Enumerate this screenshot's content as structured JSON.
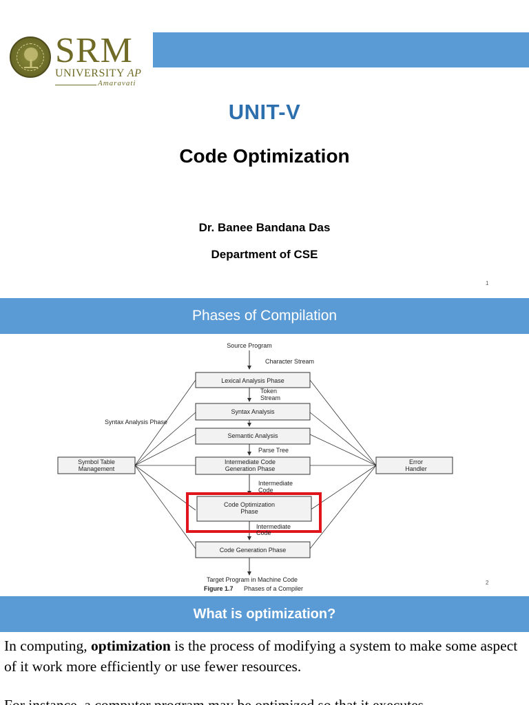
{
  "slide1": {
    "logo": {
      "name": "SRM",
      "university": "UNIVERSITY",
      "suffix": "AP",
      "city": "Amaravati"
    },
    "unit_title": "UNIT-V",
    "subtitle": "Code Optimization",
    "author": "Dr. Banee Bandana Das",
    "department": "Department of CSE",
    "slide_number": "1",
    "colors": {
      "banner": "#5b9bd5",
      "title": "#2e6fae",
      "logo": "#6f6b26"
    }
  },
  "slide2": {
    "banner_title": "Phases of Compilation",
    "slide_number": "2",
    "diagram": {
      "source": "Source Program",
      "character_stream": "Character Stream",
      "lexical": "Lexical Analysis Phase",
      "token_stream_1": "Token",
      "token_stream_2": "Stream",
      "syntax_label": "Syntax Analysis Phase",
      "syntax": "Syntax Analysis",
      "semantic": "Semantic Analysis",
      "parse_tree": "Parse Tree",
      "icg_1": "Intermediate Code",
      "icg_2": "Generation Phase",
      "symbol_1": "Symbol Table",
      "symbol_2": "Management",
      "error_1": "Error",
      "error_2": "Handler",
      "inter_code_1": "Intermediate",
      "inter_code_2": "Code",
      "opt_1": "Code Optimization",
      "opt_2": "Phase",
      "inter_code_3": "Intermediate",
      "inter_code_4": "Code",
      "codegen": "Code Generation Phase",
      "target": "Target Program in Machine Code",
      "figure_label": "Figure 1.7",
      "figure_caption": "Phases of a Compiler",
      "highlight_color": "#e0141b"
    }
  },
  "slide3": {
    "banner_title": "What is optimization?",
    "para1_pre": "In computing, ",
    "para1_bold": "optimization",
    "para1_post": " is the process of modifying a system to make some aspect of it work more efficiently or use fewer resources.",
    "para2": "For instance, a computer program may be optimized so that it executes"
  }
}
